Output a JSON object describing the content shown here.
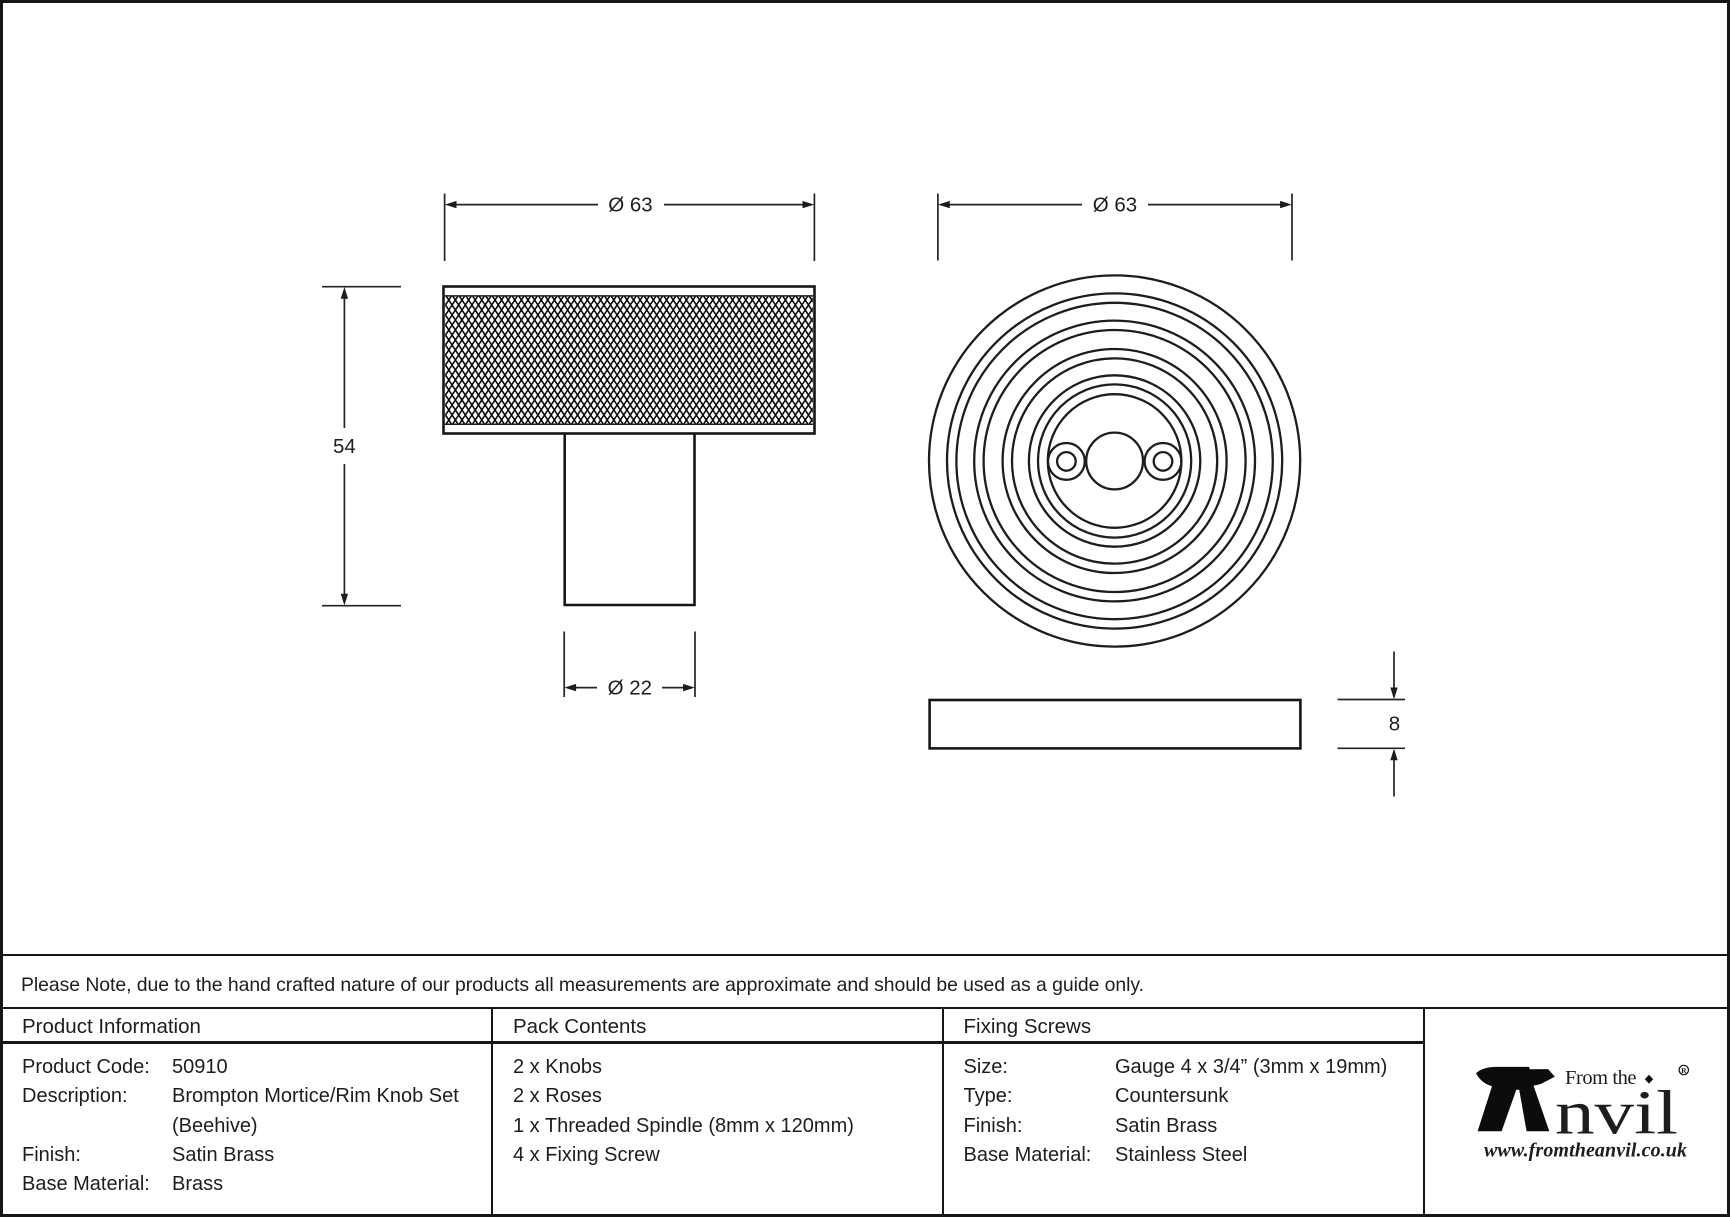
{
  "drawing": {
    "knob_front_view": {
      "description-of-view": "knurled knob side elevation",
      "dim_head_diameter": "Ø 63",
      "dim_total_height": "54",
      "dim_stem_diameter": "Ø 22"
    },
    "rose_front_view": {
      "description-of-view": "beehive rose front elevation",
      "dim_diameter": "Ø 63"
    },
    "rose_side_view": {
      "description-of-view": "rose side elevation",
      "dim_thickness": "8"
    }
  },
  "note": {
    "text": "Please Note, due to the hand crafted nature of our products all measurements are approximate and should be used as a guide only."
  },
  "table": {
    "product_information": {
      "title": "Product Information",
      "rows": [
        {
          "label": "Product Code:",
          "value": "50910"
        },
        {
          "label": "Description:",
          "value": "Brompton Mortice/Rim Knob Set"
        },
        {
          "label": "",
          "value": "(Beehive)"
        },
        {
          "label": "Finish:",
          "value": "Satin Brass"
        },
        {
          "label": "Base Material:",
          "value": "Brass"
        }
      ]
    },
    "pack_contents": {
      "title": "Pack Contents",
      "items": [
        "2 x Knobs",
        "2 x Roses",
        "1 x Threaded Spindle (8mm x 120mm)",
        "4 x Fixing Screw"
      ]
    },
    "fixing_screws": {
      "title": "Fixing Screws",
      "rows": [
        {
          "label": "Size:",
          "value": "Gauge 4 x 3/4” (3mm x 19mm)"
        },
        {
          "label": "Type:",
          "value": "Countersunk"
        },
        {
          "label": "Finish:",
          "value": "Satin Brass"
        },
        {
          "label": "Base Material:",
          "value": "Stainless Steel"
        }
      ]
    }
  },
  "logo": {
    "tagline": "From the",
    "wordmark_rest": "nvil",
    "registered_mark": "R",
    "website": "www.fromtheanvil.co.uk"
  },
  "colors": {
    "ink": "#1d1d1b",
    "background": "#ffffff"
  }
}
